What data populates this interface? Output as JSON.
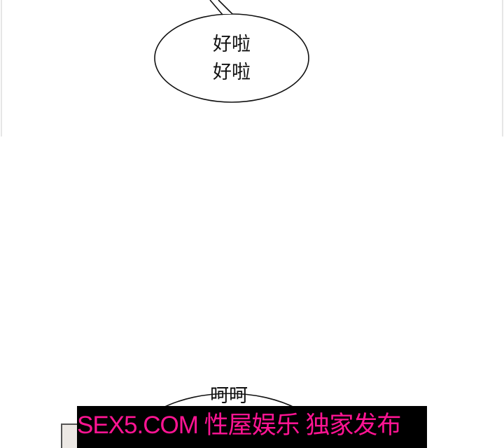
{
  "bubbles": [
    {
      "lines": [
        "好啦",
        "好啦"
      ]
    },
    {
      "lines": [
        "呵呵"
      ]
    }
  ],
  "watermark": {
    "text": "SEX5.COM 性屋娱乐 独家发布",
    "color": "#ff1493",
    "background": "#000000"
  }
}
